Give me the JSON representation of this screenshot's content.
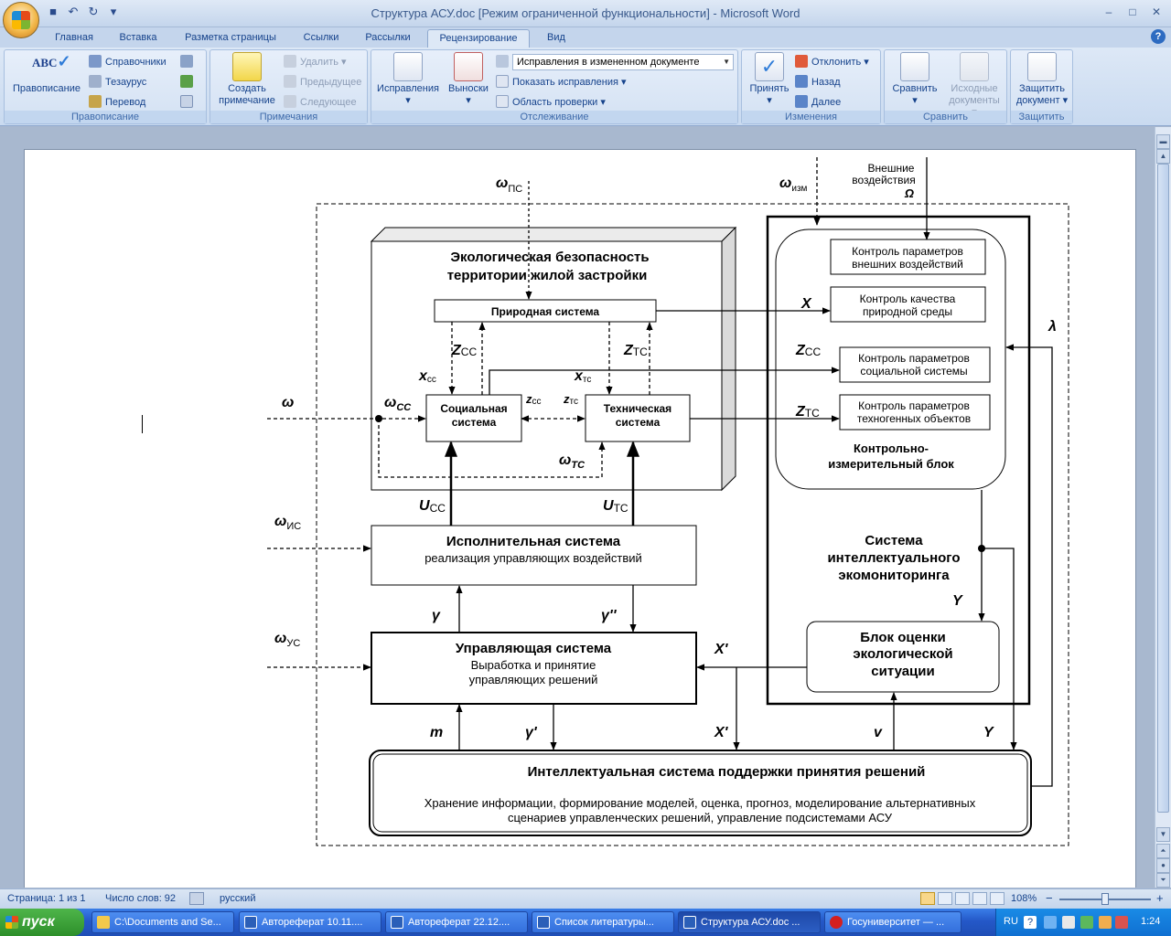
{
  "titlebar": {
    "title": "Структура АСУ.doc [Режим ограниченной функциональности] - Microsoft Word",
    "minimize": "–",
    "maximize": "□",
    "close": "✕"
  },
  "tabs": [
    "Главная",
    "Вставка",
    "Разметка страницы",
    "Ссылки",
    "Рассылки",
    "Рецензирование",
    "Вид"
  ],
  "active_tab": "Рецензирование",
  "ribbon": {
    "spelling": {
      "label": "Правописание",
      "items": [
        "Правописание",
        "Справочники",
        "Тезаурус",
        "Перевод"
      ],
      "abc_text": "ABC"
    },
    "comments": {
      "label": "Примечания",
      "create": "Создать примечание",
      "create_line1": "Создать",
      "create_line2": "примечание",
      "delete": "Удалить",
      "prev": "Предыдущее",
      "next": "Следующее"
    },
    "tracking": {
      "label": "Отслеживание",
      "track_changes": "Исправления",
      "balloons": "Выноски",
      "display_combo": "Исправления в измененном документе",
      "show_markup": "Показать исправления",
      "review_pane": "Область проверки"
    },
    "changes": {
      "label": "Изменения",
      "accept": "Принять",
      "reject": "Отклонить",
      "previous": "Назад",
      "next": "Далее"
    },
    "compare": {
      "label": "Сравнить",
      "compare": "Сравнить",
      "source_line1": "Исходные",
      "source_line2": "документы"
    },
    "protect": {
      "label": "Защитить",
      "protect_line1": "Защитить",
      "protect_line2": "документ"
    }
  },
  "diagram": {
    "ecology_title_1": "Экологическая  безопасность",
    "ecology_title_2": "территории  жилой застройки",
    "natural_system": "Природная система",
    "social_system_1": "Социальная",
    "social_system_2": "система",
    "technical_system_1": "Техническая",
    "technical_system_2": "система",
    "exec_title": "Исполнительная  система",
    "exec_sub": "реализация  управляющих  воздействий",
    "control_title": "Управляющая  система",
    "control_sub_1": "Выработка  и принятие",
    "control_sub_2": "управляющих  решений",
    "dss_title": "Интеллектуальная  система  поддержки  принятия  решений",
    "dss_sub_1": "Хранение информации, формирование моделей, оценка, прогноз, моделирование  альтернативных",
    "dss_sub_2": "сценариев управленческих  решений, управление  подсистемами  АСУ",
    "ext_1": "Внешние",
    "ext_2": "воздействия",
    "ctrl_ext_1": "Контроль параметров",
    "ctrl_ext_2": "внешних воздействий",
    "ctrl_quality_1": "Контроль качества",
    "ctrl_quality_2": "природной среды",
    "ctrl_social_1": "Контроль параметров",
    "ctrl_social_2": "социальной системы",
    "ctrl_tech_1": "Контроль параметров",
    "ctrl_tech_2": "техногенных объектов",
    "measure_block_1": "Контрольно-",
    "measure_block_2": "измерительный блок",
    "monitoring_1": "Система",
    "monitoring_2": "интеллектуального",
    "monitoring_3": "экомониторинга",
    "assess_1": "Блок оценки",
    "assess_2": "экологической",
    "assess_3": "ситуации",
    "symbols": {
      "omega": "ω",
      "omega_cap": "Ω",
      "pc": "ПС",
      "izm": "изм",
      "cc": "СС",
      "tc": "ТС",
      "ic": "ИС",
      "uc": "УС",
      "cc_lower": "сс",
      "tc_lower": "тс",
      "x": "X",
      "z": "Z",
      "z_lower": "z",
      "x_lower": "x",
      "u": "U",
      "y": "Y",
      "lambda": "λ",
      "gamma": "γ",
      "gamma_1": "γ'",
      "gamma_2": "γ''",
      "x_prime": "X'",
      "m": "m",
      "v": "v"
    }
  },
  "status": {
    "page": "Страница: 1 из 1",
    "words": "Число слов: 92",
    "language": "русский",
    "zoom": "108%",
    "zoom_minus": "−",
    "zoom_plus": "+"
  },
  "taskbar": {
    "start": "пуск",
    "tasks": [
      "C:\\Documents and Se...",
      "Автореферат 10.11....",
      "Автореферат 22.12....",
      "Список литературы...",
      "Структура АСУ.doc ...",
      "Госуниверситет — ..."
    ],
    "lang": "RU",
    "time": "1:24"
  },
  "colors": {
    "ribbon_bg": "#dde8f6",
    "accent_text": "#15428b",
    "taskbar": "#2458c8",
    "start_green": "#3c9f37"
  }
}
